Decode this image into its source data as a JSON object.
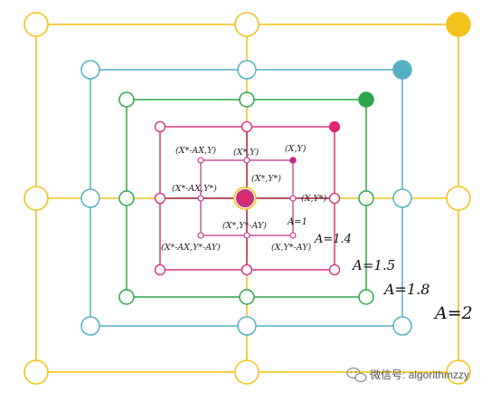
{
  "colors": {
    "yellow": "#f4c21c",
    "teal": "#55b0c4",
    "green": "#2da64a",
    "pink": "#d52b74",
    "magenta": "#c02b8e",
    "center": "#e0266e"
  },
  "squares": [
    {
      "name": "square-a2",
      "scale": "A=2",
      "color": "#f4c21c"
    },
    {
      "name": "square-a1-8",
      "scale": "A=1.8",
      "color": "#55b0c4"
    },
    {
      "name": "square-a1-5",
      "scale": "A=1.5",
      "color": "#2da64a"
    },
    {
      "name": "square-a1-4",
      "scale": "A=1.4",
      "color": "#d52b74"
    },
    {
      "name": "square-a1",
      "scale": "A=1",
      "color": "#c02b8e"
    }
  ],
  "point_labels": {
    "x_minus_ax_y": "(X*-AX,Y)",
    "x_star_y": "(X*,Y)",
    "x_y": "(X,Y)",
    "x_star_y_star": "(X*,Y*)",
    "x_minus_ax_y_star": "(X*-AX,Y*)",
    "x_y_star": "(X,Y*)",
    "x_star_y_star_minus_ay": "(X*,Y*-AY)",
    "x_minus_ax_y_minus_ay": "(X*-AX,Y*-AY)",
    "x_y_minus_ay": "(X,Y*-AY)"
  },
  "scale_labels": [
    "A=1",
    "A=1.4",
    "A=1.5",
    "A=1.8",
    "A=2"
  ],
  "watermark": {
    "icon": "wechat-icon",
    "text": "微信号: algorithmzzy"
  }
}
